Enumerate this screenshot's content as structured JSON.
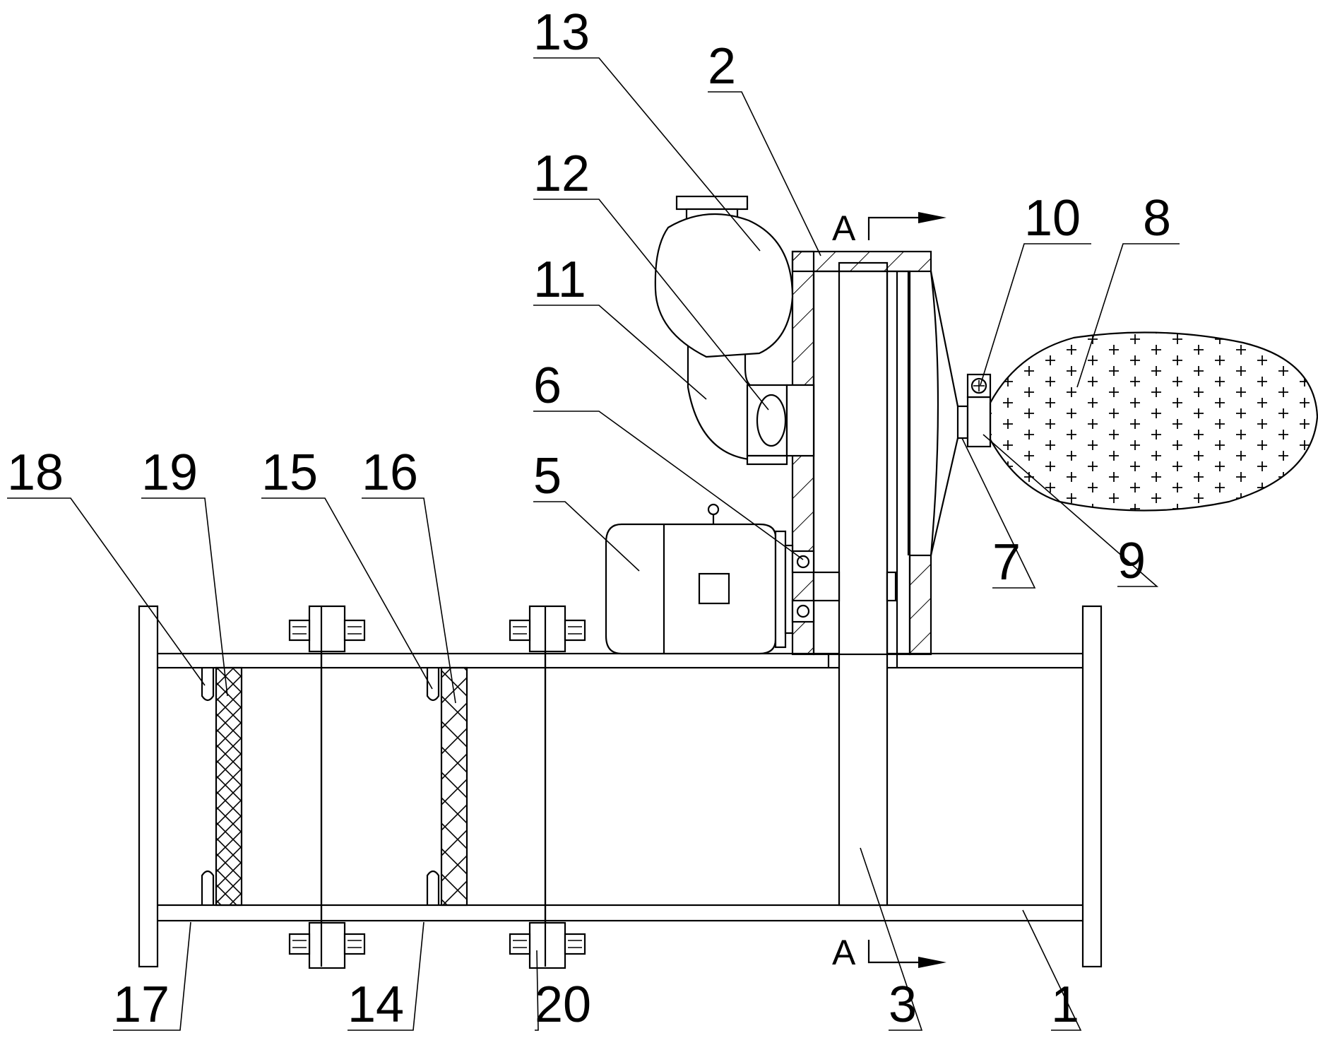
{
  "labels": {
    "l1": "1",
    "l2": "2",
    "l3": "3",
    "l5": "5",
    "l6": "6",
    "l7": "7",
    "l8": "8",
    "l9": "9",
    "l10": "10",
    "l11": "11",
    "l12": "12",
    "l13": "13",
    "l14": "14",
    "l15": "15",
    "l16": "16",
    "l17": "17",
    "l18": "18",
    "l19": "19",
    "l20": "20"
  },
  "section": {
    "top": "A",
    "bottom": "A"
  }
}
